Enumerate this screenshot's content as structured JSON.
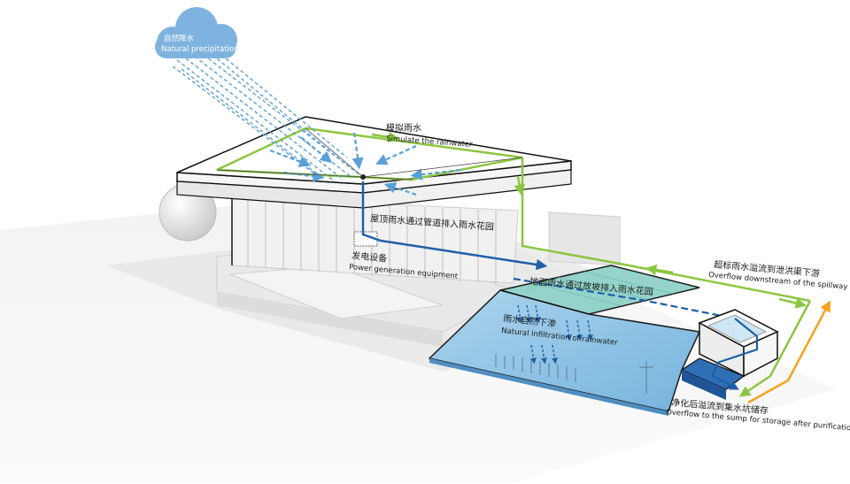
{
  "labels": {
    "cloud_cn": "自然降水",
    "cloud_en": "Natural precipitation",
    "roof_cn": "模拟雨水",
    "roof_en": "Simulate the rainwater",
    "pipe_cn": "屋顶雨水通过管道排入雨水花园",
    "equip_cn": "发电设备",
    "equip_en": "Power generation equipment",
    "ground_cn": "地面雨水通过放坡排入雨水花园",
    "infil_cn": "雨水自然下渗",
    "infil_en": "Natural infiltration of rainwater",
    "spill_cn": "超标雨水溢流到泄洪渠下游",
    "spill_en": "Overflow downstream of the spillway",
    "sump_cn": "净化后溢流到集水坑储存",
    "sump_en": "Overflow to the sump for storage after purification"
  },
  "colors": {
    "green": "#8cc63f",
    "blue": "#1f5fa8",
    "light_blue": "#5aa0d8",
    "orange": "#f7a21b",
    "water": "#8ec3e6",
    "cloud": "#7fb3df"
  }
}
